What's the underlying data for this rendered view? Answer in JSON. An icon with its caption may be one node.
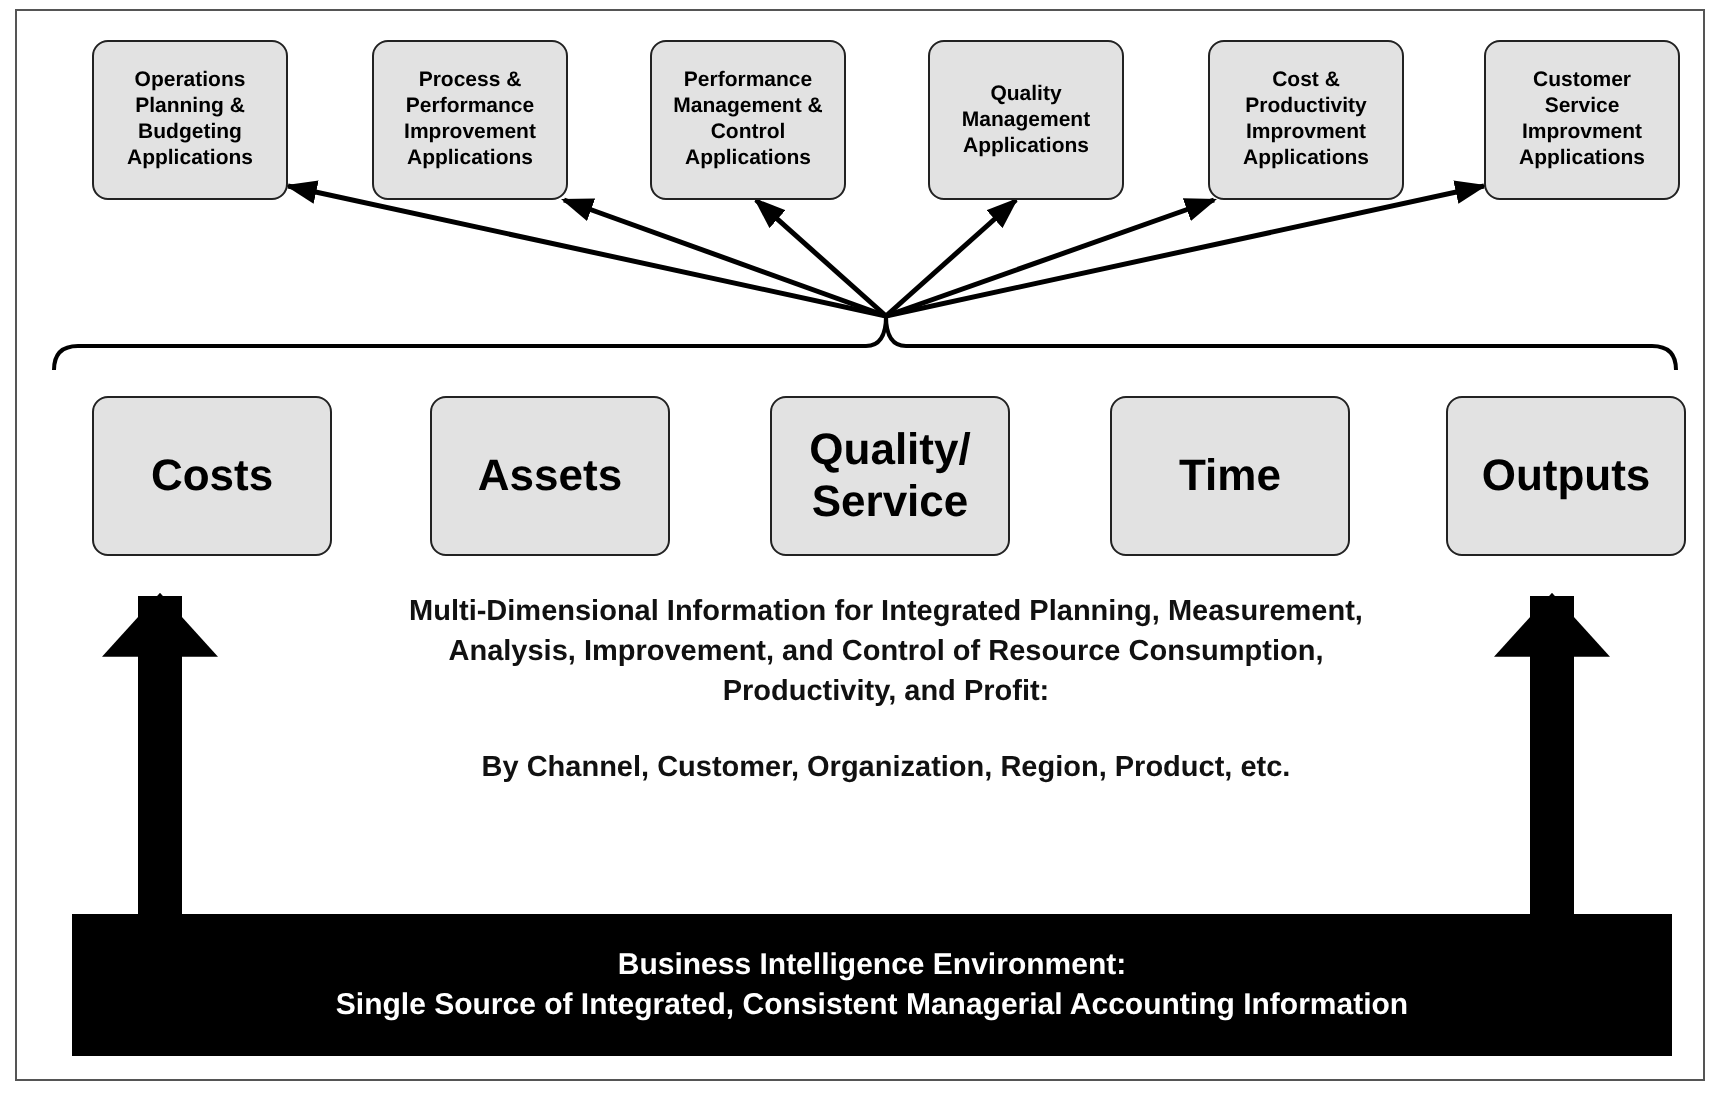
{
  "diagram": {
    "nodes": [
      {
        "text": [
          "Operations Planning & Budgeting Applications"
        ]
      },
      {
        "text": [
          "Process & Performance Improvement Applications"
        ]
      },
      {
        "text": [
          "Performance Management & Control Applications"
        ]
      },
      {
        "text": [
          "Quality Management Applications"
        ]
      },
      {
        "text": [
          "Cost & Productivity Improvment Applications"
        ]
      },
      {
        "text": [
          "Customer Service Improvment Applications"
        ]
      },
      {
        "text": [
          "Costs"
        ]
      },
      {
        "text": [
          "Assets"
        ]
      },
      {
        "text": [
          "Quality/ Service"
        ]
      },
      {
        "text": [
          "Time"
        ]
      },
      {
        "text": [
          "Outputs"
        ]
      },
      {
        "text": [
          "Business Intelligence Environment:",
          "Single Source of Integrated, Consistent Managerial Accounting Information"
        ]
      },
      {
        "text": [],
        "shape": "brace"
      }
    ],
    "edges": [
      {
        "from": 12,
        "to": 0,
        "arrow": "to"
      },
      {
        "from": 12,
        "to": 1,
        "arrow": "to"
      },
      {
        "from": 12,
        "to": 2,
        "arrow": "to"
      },
      {
        "from": 12,
        "to": 3,
        "arrow": "to"
      },
      {
        "from": 12,
        "to": 4,
        "arrow": "to"
      },
      {
        "from": 12,
        "to": 5,
        "arrow": "to"
      },
      {
        "from": 11,
        "to": 6,
        "arrow": "to",
        "style": "thick"
      },
      {
        "from": 11,
        "to": 10,
        "arrow": "to",
        "style": "thick"
      }
    ],
    "labels": [
      "Multi-Dimensional Information for Integrated Planning, Measurement, Analysis, Improvement, and Control of Resource Consumption, Productivity, and Profit:",
      "By Channel, Customer, Organization, Region, Product, etc."
    ]
  }
}
